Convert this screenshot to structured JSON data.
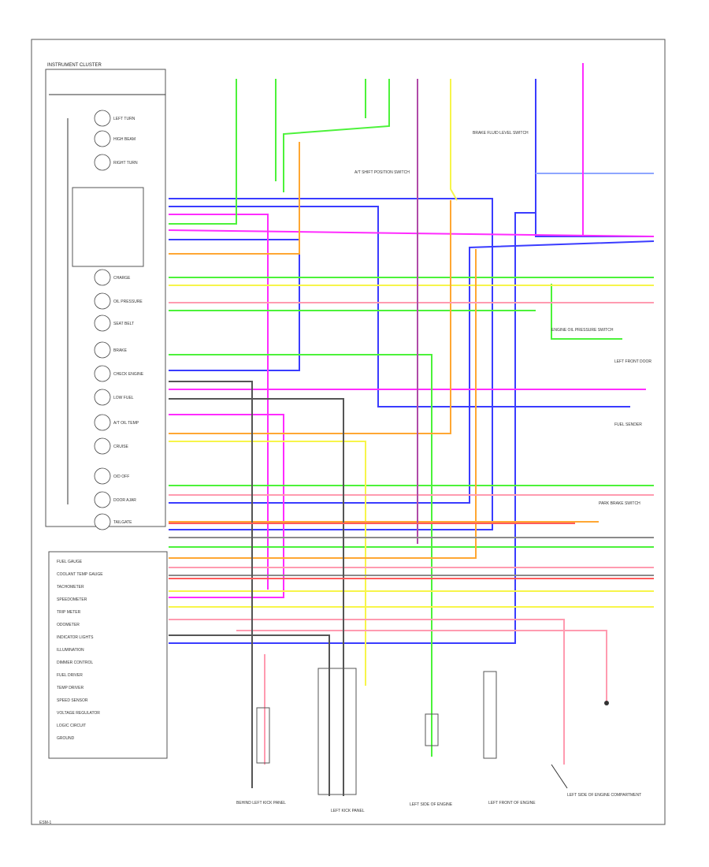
{
  "diagram": {
    "cluster_title": "INSTRUMENT CLUSTER",
    "footer": "ESM-1",
    "right_labels": [
      "LEFT FRONT DOOR",
      "FUEL SENDER",
      "PARK BRAKE SWITCH",
      "ENGINE OIL PRESSURE SWITCH",
      "BRAKE FLUID LEVEL SWITCH",
      "A/T SHIFT POSITION SWITCH"
    ],
    "bottom_labels": [
      "LEFT KICK PANEL",
      "LEFT SIDE OF ENGINE",
      "LEFT FRONT OF ENGINE",
      "BEHIND LEFT KICK PANEL",
      "LEFT SIDE OF ENGINE COMPARTMENT"
    ],
    "indicator_labels": [
      "LEFT TURN",
      "HIGH BEAM",
      "RIGHT TURN",
      "CHARGE",
      "OIL PRESSURE",
      "SEAT BELT",
      "BRAKE",
      "CHECK ENGINE",
      "LOW FUEL",
      "A/T OIL TEMP",
      "CRUISE",
      "O/D OFF",
      "DOOR AJAR",
      "TAILGATE"
    ],
    "gauge_list": [
      "FUEL GAUGE",
      "COOLANT TEMP GAUGE",
      "TACHOMETER",
      "SPEEDOMETER",
      "TRIP METER",
      "ODOMETER",
      "INDICATOR LIGHTS",
      "ILLUMINATION",
      "DIMMER CONTROL",
      "FUEL DRIVER",
      "TEMP DRIVER",
      "SPEED SENSOR",
      "VOLTAGE REGULATOR",
      "LOGIC CIRCUIT",
      "GROUND"
    ],
    "wire_colors": {
      "blue": "#3a3cff",
      "magenta": "#ff2cff",
      "green": "#4cf23a",
      "yellow": "#f7f54a",
      "orange": "#ffa733",
      "pink": "#ff9bb0",
      "purple": "#b04aa8",
      "lightblue": "#8ea6ff",
      "gray": "#8a8a8a",
      "darkgray": "#555555",
      "red": "#ff5b5b"
    }
  }
}
